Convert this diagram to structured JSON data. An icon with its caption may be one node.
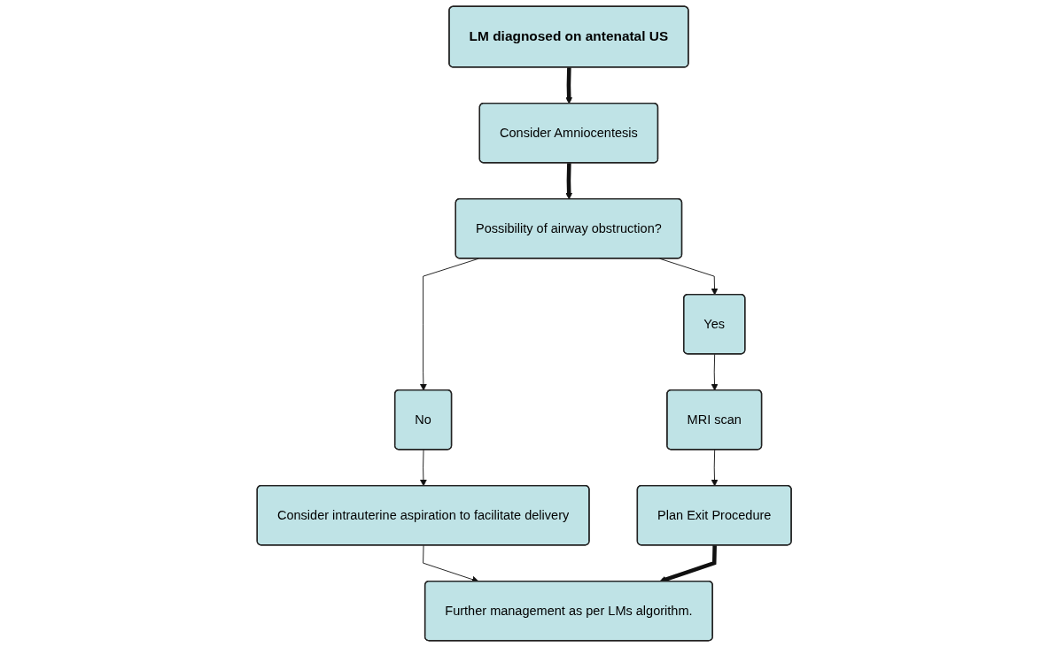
{
  "diagram": {
    "nodes": [
      {
        "text": [
          "LM diagnosed on antenatal US"
        ]
      },
      {
        "text": [
          "Consider Amniocentesis"
        ]
      },
      {
        "text": [
          "Possibility of airway obstruction?"
        ]
      },
      {
        "text": [
          "Yes"
        ]
      },
      {
        "text": [
          "No"
        ]
      },
      {
        "text": [
          "MRI scan"
        ]
      },
      {
        "text": [
          "Consider intrauterine aspiration to facilitate delivery"
        ]
      },
      {
        "text": [
          "Plan Exit Procedure"
        ]
      },
      {
        "text": [
          "Further management as per LMs algorithm."
        ]
      }
    ],
    "edges": [
      {
        "from": 0,
        "to": 1,
        "arrow": "to",
        "style": "thick"
      },
      {
        "from": 1,
        "to": 2,
        "arrow": "to",
        "style": "thick"
      },
      {
        "from": 2,
        "to": 3,
        "arrow": "to"
      },
      {
        "from": 2,
        "to": 4,
        "arrow": "to"
      },
      {
        "from": 3,
        "to": 5,
        "arrow": "to"
      },
      {
        "from": 4,
        "to": 6,
        "arrow": "to"
      },
      {
        "from": 5,
        "to": 7,
        "arrow": "to"
      },
      {
        "from": 6,
        "to": 8,
        "arrow": "to"
      },
      {
        "from": 7,
        "to": 8,
        "arrow": "to",
        "style": "thick"
      }
    ]
  }
}
